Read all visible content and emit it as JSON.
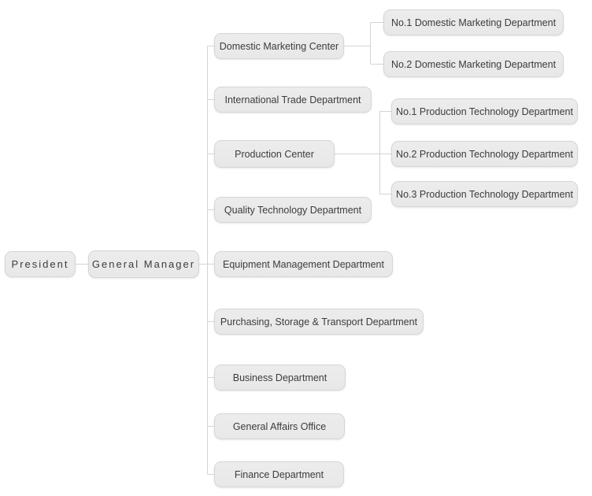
{
  "colors": {
    "background": "#ffffff",
    "node_fill": "#e9e9e9",
    "node_border": "#d6d6d6",
    "connector": "#d4d4d4",
    "text": "#3c3c3c"
  },
  "org": {
    "tree": {
      "label": "President",
      "reports": [
        {
          "label": "General Manager",
          "reports": [
            {
              "label": "Domestic Marketing Center",
              "reports": [
                {
                  "label": "No.1 Domestic Marketing Department"
                },
                {
                  "label": "No.2 Domestic Marketing Department"
                }
              ]
            },
            {
              "label": "International Trade Department"
            },
            {
              "label": "Production Center",
              "reports": [
                {
                  "label": "No.1 Production Technology Department"
                },
                {
                  "label": "No.2 Production Technology Department"
                },
                {
                  "label": "No.3 Production Technology Department"
                }
              ]
            },
            {
              "label": "Quality Technology Department"
            },
            {
              "label": "Equipment Management Department"
            },
            {
              "label": "Purchasing, Storage & Transport Department"
            },
            {
              "label": "Business Department"
            },
            {
              "label": "General Affairs Office"
            },
            {
              "label": "Finance Department"
            }
          ]
        }
      ]
    }
  }
}
